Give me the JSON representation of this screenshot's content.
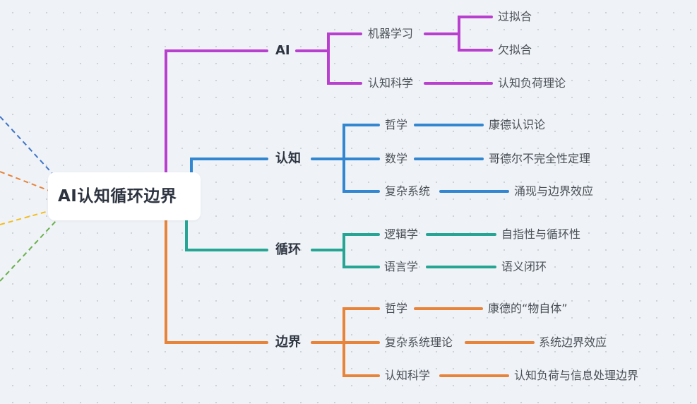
{
  "root": {
    "label": "AI认知循环边界"
  },
  "colors": {
    "ai": "#b93fcf",
    "cognition": "#3386d0",
    "loop": "#26a594",
    "boundary": "#e8833a",
    "left_dash": [
      "#3f74c8",
      "#e8833a",
      "#f4bd1b",
      "#6ab04c"
    ]
  },
  "branches": [
    {
      "label": "AI",
      "color_key": "ai",
      "children": [
        {
          "label": "机器学习",
          "children": [
            "过拟合",
            "欠拟合"
          ]
        },
        {
          "label": "认知科学",
          "children": [
            "认知负荷理论"
          ]
        }
      ]
    },
    {
      "label": "认知",
      "color_key": "cognition",
      "children": [
        {
          "label": "哲学",
          "children": [
            "康德认识论"
          ]
        },
        {
          "label": "数学",
          "children": [
            "哥德尔不完全性定理"
          ]
        },
        {
          "label": "复杂系统",
          "children": [
            "涌现与边界效应"
          ]
        }
      ]
    },
    {
      "label": "循环",
      "color_key": "loop",
      "children": [
        {
          "label": "逻辑学",
          "children": [
            "自指性与循环性"
          ]
        },
        {
          "label": "语言学",
          "children": [
            "语义闭环"
          ]
        }
      ]
    },
    {
      "label": "边界",
      "color_key": "boundary",
      "children": [
        {
          "label": "哲学",
          "children": [
            "康德的“物自体”"
          ]
        },
        {
          "label": "复杂系统理论",
          "children": [
            "系统边界效应"
          ]
        },
        {
          "label": "认知科学",
          "children": [
            "认知负荷与信息处理边界"
          ]
        }
      ]
    }
  ]
}
